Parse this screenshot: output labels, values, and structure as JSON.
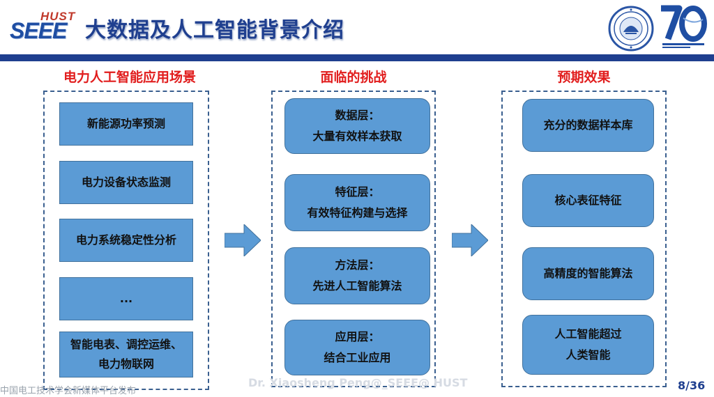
{
  "header": {
    "logo_top": "HUST",
    "logo_main": "SEEE",
    "title": "大数据及人工智能背景介绍"
  },
  "columns": [
    {
      "title": "电力人工智能应用场景",
      "items": [
        {
          "lines": [
            "新能源功率预测"
          ]
        },
        {
          "lines": [
            "电力设备状态监测"
          ]
        },
        {
          "lines": [
            "电力系统稳定性分析"
          ]
        },
        {
          "lines": [
            "..."
          ]
        },
        {
          "lines": [
            "智能电表、调控运维、",
            "电力物联网"
          ]
        }
      ]
    },
    {
      "title": "面临的挑战",
      "items": [
        {
          "lines": [
            "数据层：",
            "大量有效样本获取"
          ]
        },
        {
          "lines": [
            "特征层：",
            "有效特征构建与选择"
          ]
        },
        {
          "lines": [
            "方法层：",
            "先进人工智能算法"
          ]
        },
        {
          "lines": [
            "应用层：",
            "结合工业应用"
          ]
        }
      ]
    },
    {
      "title": "预期效果",
      "items": [
        {
          "lines": [
            "充分的数据样本库"
          ]
        },
        {
          "lines": [
            "核心表征特征"
          ]
        },
        {
          "lines": [
            "高精度的智能算法"
          ]
        },
        {
          "lines": [
            "人工智能超过",
            "人类智能"
          ]
        }
      ]
    }
  ],
  "footer": {
    "source": "中国电工技术学会新媒体平台发布",
    "watermark": "Dr. Xiaosheng Peng@_SEEE@ HUST",
    "page": "8/36"
  },
  "colors": {
    "title_blue": "#1f3f8f",
    "box_blue": "#5b9bd5",
    "heading_red": "#e11d1d"
  }
}
